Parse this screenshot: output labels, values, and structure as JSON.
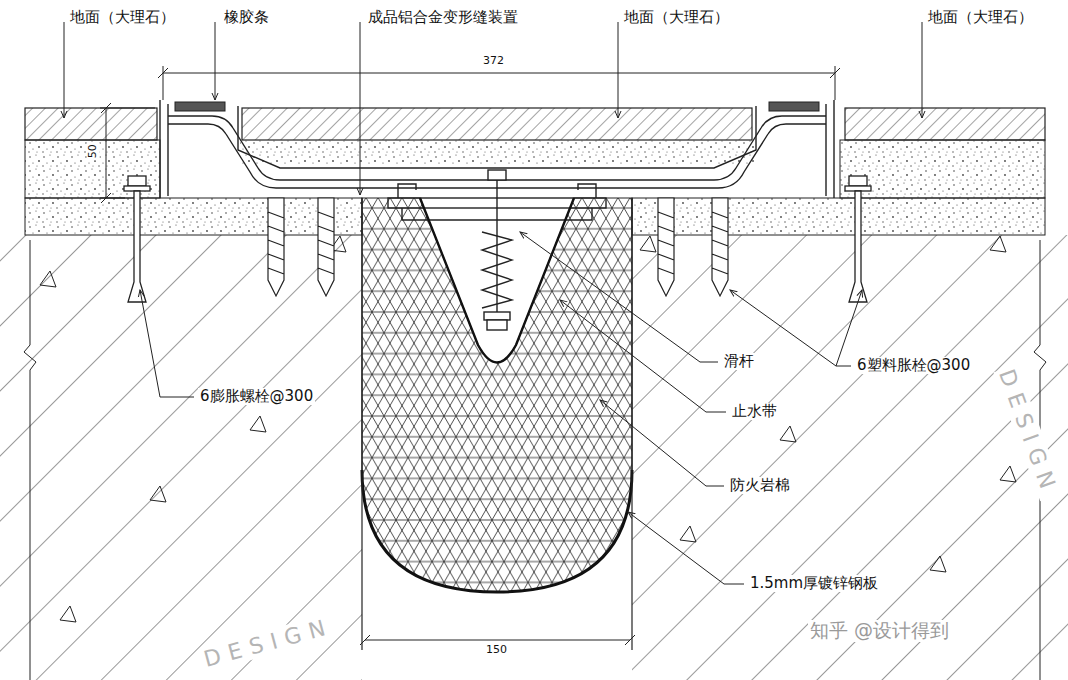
{
  "diagram": {
    "labels": [
      "地面（大理石）",
      "橡胶条",
      "成品铝合金变形缝装置",
      "地面（大理石）",
      "地面（大理石）",
      "372",
      "50",
      "滑杆",
      "6塑料胀栓@300",
      "6膨胀螺栓@300",
      "止水带",
      "防火岩棉",
      "1.5mm厚镀锌钢板",
      "150",
      "知乎 @设计得到",
      "DESIGN",
      "DESIGN"
    ]
  }
}
